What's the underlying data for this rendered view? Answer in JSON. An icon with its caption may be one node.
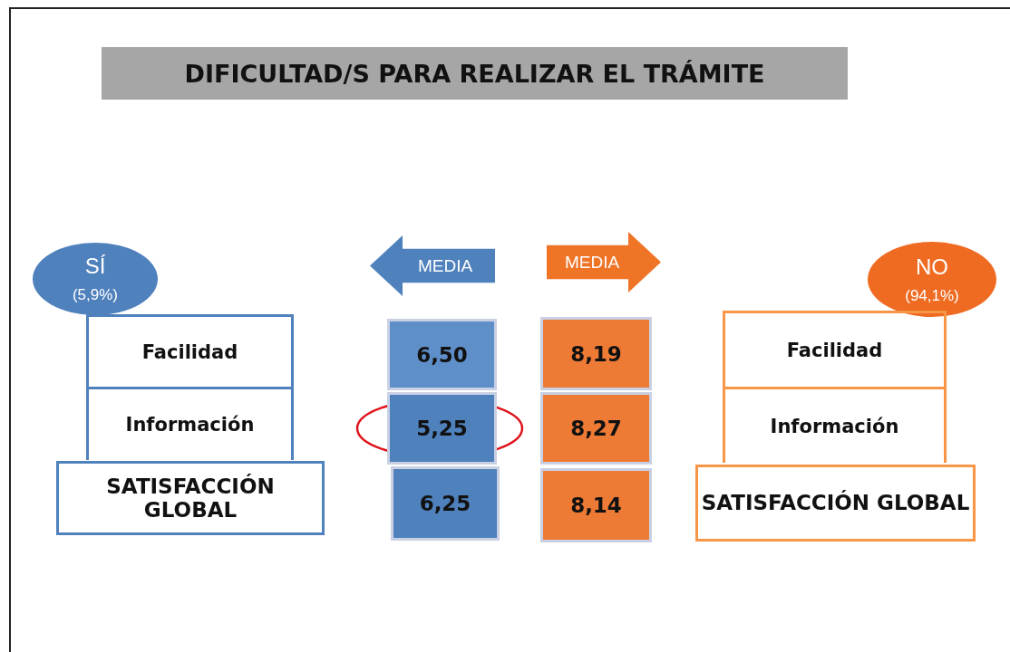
{
  "diagram": {
    "title": "DIFICULTAD/S PARA REALIZAR EL TRÁMITE",
    "nodes": [
      {
        "text": [
          "SÍ",
          "(5,9%)"
        ]
      },
      {
        "text": [
          "Facilidad"
        ]
      },
      {
        "text": [
          "Información"
        ]
      },
      {
        "text": [
          "SATISFACCIÓN GLOBAL"
        ]
      },
      {
        "text": [
          "MEDIA"
        ]
      },
      {
        "text": [
          "MEDIA"
        ]
      },
      {
        "text": [
          "6,50"
        ]
      },
      {
        "text": [
          "5,25"
        ]
      },
      {
        "text": [
          "6,25"
        ]
      },
      {
        "text": [
          "8,19"
        ]
      },
      {
        "text": [
          "8,27"
        ]
      },
      {
        "text": [
          "8,14"
        ]
      },
      {
        "text": [
          "NO",
          "(94,1%)"
        ]
      },
      {
        "text": [
          "Facilidad"
        ]
      },
      {
        "text": [
          "Información"
        ]
      },
      {
        "text": [
          "SATISFACCIÓN GLOBAL"
        ]
      }
    ]
  }
}
